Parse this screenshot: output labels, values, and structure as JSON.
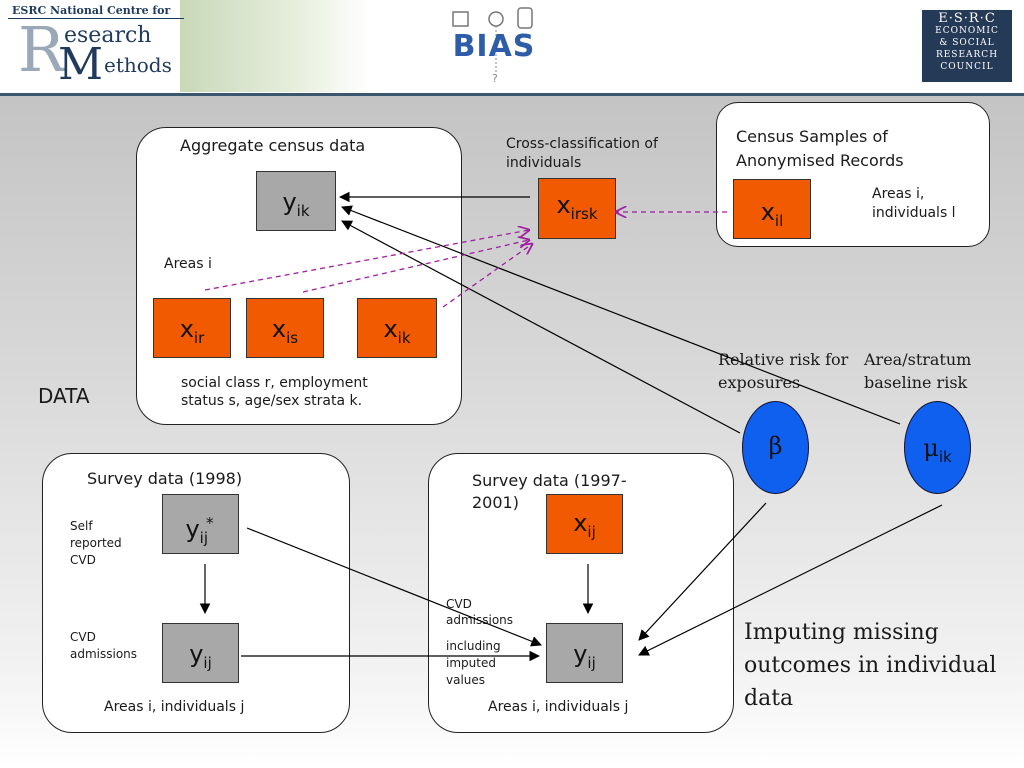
{
  "header": {
    "ncrm_top": "ESRC National Centre for",
    "ncrm_r": "R",
    "ncrm_m": "M",
    "ncrm_research": "esearch",
    "ncrm_methods": "ethods",
    "bias_logo": "BIAS",
    "esrc_line1": "E·S·R·C",
    "esrc_line2": "ECONOMIC",
    "esrc_line3": "& SOCIAL",
    "esrc_line4": "RESEARCH",
    "esrc_line5": "COUNCIL"
  },
  "census": {
    "title": "Aggregate census data",
    "y_ik": {
      "base": "y",
      "sub": "ik"
    },
    "areas_label": "Areas i",
    "x_ir": {
      "base": "x",
      "sub": "ir"
    },
    "x_is": {
      "base": "x",
      "sub": "is"
    },
    "x_ik": {
      "base": "x",
      "sub": "ik"
    },
    "caption_line1": "social class r, employment",
    "caption_line2": "status s, age/sex strata k."
  },
  "cross": {
    "label_line1": "Cross-classification of",
    "label_line2": "individuals",
    "x_irsk": {
      "base": "x",
      "sub": "irsk"
    }
  },
  "sar": {
    "title_line1": "Census Samples of",
    "title_line2": "Anonymised Records",
    "x_il": {
      "base": "x",
      "sub": "il"
    },
    "areas_line1": "Areas i,",
    "areas_line2": "individuals l"
  },
  "data_label": "DATA",
  "params": {
    "rr_line1": "Relative risk for",
    "rr_line2": "exposures",
    "beta": "β",
    "bl_line1": "Area/stratum",
    "bl_line2": "baseline risk",
    "mu": {
      "base": "μ",
      "sub": "ik"
    }
  },
  "survey1998": {
    "title": "Survey data (1998)",
    "self_line1": "Self",
    "self_line2": "reported",
    "self_line3": "CVD",
    "y_star": {
      "base": "y",
      "sub": "ij",
      "sup": "*"
    },
    "cvd_line1": "CVD",
    "cvd_line2": "admissions",
    "y_ij": {
      "base": "y",
      "sub": "ij"
    },
    "caption": "Areas i, individuals j"
  },
  "survey9701": {
    "title_line1": "Survey data (1997-",
    "title_line2": "2001)",
    "x_ij": {
      "base": "x",
      "sub": "ij"
    },
    "cvd_line1": "CVD",
    "cvd_line2": "admissions",
    "incl_line1": "including",
    "incl_line2": "imputed",
    "incl_line3": "values",
    "y_ij": {
      "base": "y",
      "sub": "ij"
    },
    "caption": "Areas i, individuals j"
  },
  "imputing": {
    "line1": "Imputing missing",
    "line2": "outcomes in individual",
    "line3": "data"
  },
  "colors": {
    "orange": "#f15a00",
    "grey": "#a8a8a8",
    "blue": "#1060f0",
    "dashed_purple": "#a020a0",
    "header_navy": "#253a57"
  }
}
